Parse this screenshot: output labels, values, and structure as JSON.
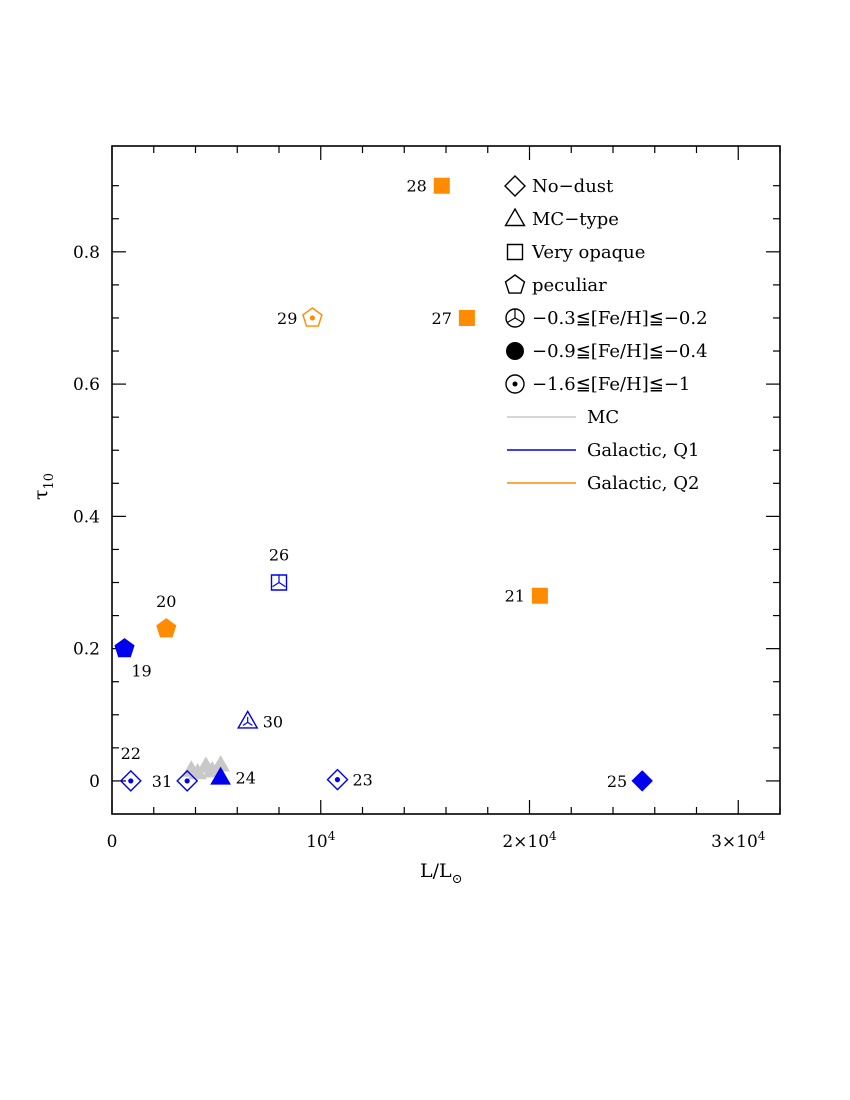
{
  "colors": {
    "blue": "#0000ee",
    "orange": "#ff8c00",
    "gray": "#c8c8c8",
    "axis": "#000000"
  },
  "chart_data": {
    "type": "scatter",
    "xlabel": "L/L",
    "xlabel_sub": "⊙",
    "ylabel": "τ",
    "ylabel_sub": "10",
    "xlim": [
      0,
      32000
    ],
    "ylim": [
      -0.05,
      0.96
    ],
    "x_tick_labels": [
      {
        "value": 0,
        "mantissa": "0",
        "power": ""
      },
      {
        "value": 10000,
        "mantissa": "10",
        "power": "4"
      },
      {
        "value": 20000,
        "mantissa": "2×10",
        "power": "4"
      },
      {
        "value": 30000,
        "mantissa": "3×10",
        "power": "4"
      }
    ],
    "y_tick_labels": [
      {
        "value": 0,
        "text": "0"
      },
      {
        "value": 0.2,
        "text": "0.2"
      },
      {
        "value": 0.4,
        "text": "0.4"
      },
      {
        "value": 0.6,
        "text": "0.6"
      },
      {
        "value": 0.8,
        "text": "0.8"
      }
    ],
    "points": [
      {
        "label": "28",
        "x": 15800,
        "y": 0.9,
        "shape": "square",
        "fill": "filled",
        "color": "orange",
        "label_side": "left"
      },
      {
        "label": "27",
        "x": 17000,
        "y": 0.7,
        "shape": "square",
        "fill": "filled",
        "color": "orange",
        "label_side": "left"
      },
      {
        "label": "29",
        "x": 9600,
        "y": 0.7,
        "shape": "pentagon",
        "fill": "dot",
        "color": "orange",
        "label_side": "left"
      },
      {
        "label": "26",
        "x": 8000,
        "y": 0.3,
        "shape": "square",
        "fill": "peace",
        "color": "blue",
        "label_side": "above"
      },
      {
        "label": "21",
        "x": 20500,
        "y": 0.28,
        "shape": "square",
        "fill": "filled",
        "color": "orange",
        "label_side": "left"
      },
      {
        "label": "20",
        "x": 2600,
        "y": 0.23,
        "shape": "pentagon",
        "fill": "filled",
        "color": "orange",
        "label_side": "above"
      },
      {
        "label": "19",
        "x": 600,
        "y": 0.2,
        "shape": "pentagon",
        "fill": "filled",
        "color": "blue",
        "label_side": "below"
      },
      {
        "label": "30",
        "x": 6500,
        "y": 0.09,
        "shape": "triangle",
        "fill": "peace",
        "color": "blue",
        "label_side": "right"
      },
      {
        "label": "24",
        "x": 5200,
        "y": 0.005,
        "shape": "triangle",
        "fill": "filled",
        "color": "blue",
        "label_side": "right"
      },
      {
        "label": "22",
        "x": 900,
        "y": 0.0,
        "shape": "diamond",
        "fill": "dot",
        "color": "blue",
        "label_side": "above"
      },
      {
        "label": "31",
        "x": 3600,
        "y": 0.0,
        "shape": "diamond",
        "fill": "dot",
        "color": "blue",
        "label_side": "left"
      },
      {
        "label": "23",
        "x": 10800,
        "y": 0.002,
        "shape": "diamond",
        "fill": "dot",
        "color": "blue",
        "label_side": "right"
      },
      {
        "label": "25",
        "x": 25400,
        "y": 0.0,
        "shape": "diamond",
        "fill": "filled",
        "color": "blue",
        "label_side": "left"
      }
    ],
    "mc_points": [
      {
        "x": 3800,
        "y": 0.016
      },
      {
        "x": 4100,
        "y": 0.012
      },
      {
        "x": 4500,
        "y": 0.022
      },
      {
        "x": 4800,
        "y": 0.015
      },
      {
        "x": 5200,
        "y": 0.024
      }
    ],
    "legend": {
      "position": "top-right",
      "entries": [
        {
          "label": "No−dust",
          "symbol": "diamond"
        },
        {
          "label": "MC−type",
          "symbol": "triangle"
        },
        {
          "label": "Very opaque",
          "symbol": "square"
        },
        {
          "label": "peculiar",
          "symbol": "pentagon"
        },
        {
          "label": "−0.3≦[Fe/H]≦−0.2",
          "symbol": "circle-peace"
        },
        {
          "label": "−0.9≦[Fe/H]≦−0.4",
          "symbol": "circle-filled"
        },
        {
          "label": "−1.6≦[Fe/H]≦−1",
          "symbol": "circle-dot"
        },
        {
          "label": "MC",
          "symbol": "line",
          "color": "gray"
        },
        {
          "label": "Galactic, Q1",
          "symbol": "line",
          "color": "blue"
        },
        {
          "label": "Galactic, Q2",
          "symbol": "line",
          "color": "orange"
        }
      ]
    }
  }
}
